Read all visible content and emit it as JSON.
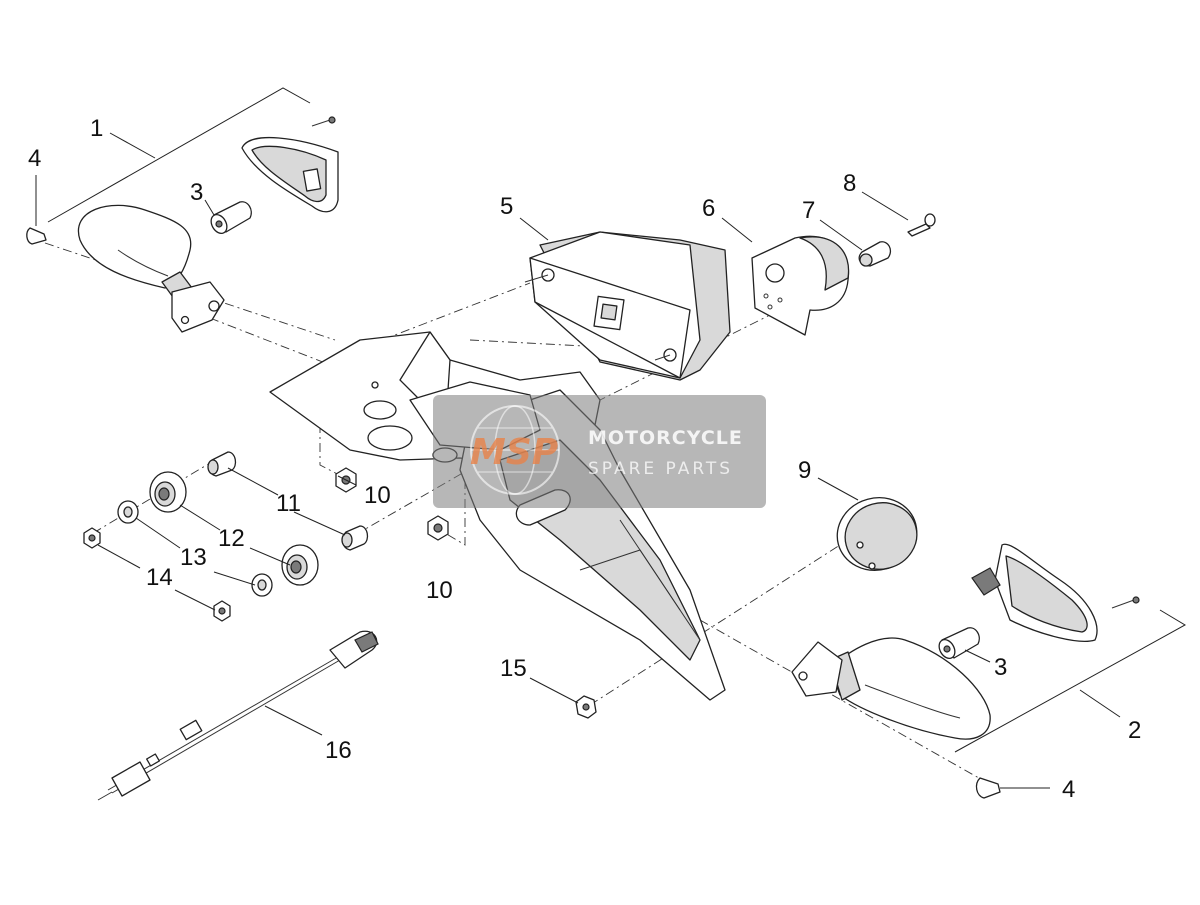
{
  "callouts": {
    "c1": "1",
    "c2": "2",
    "c3a": "3",
    "c3b": "3",
    "c4a": "4",
    "c4b": "4",
    "c5": "5",
    "c6": "6",
    "c7": "7",
    "c8": "8",
    "c9": "9",
    "c10a": "10",
    "c10b": "10",
    "c11": "11",
    "c12": "12",
    "c13": "13",
    "c14": "14",
    "c15": "15",
    "c16": "16"
  },
  "watermark": {
    "logo": "MSP",
    "line1": "MOTORCYCLE",
    "line2": "SPARE PARTS"
  }
}
